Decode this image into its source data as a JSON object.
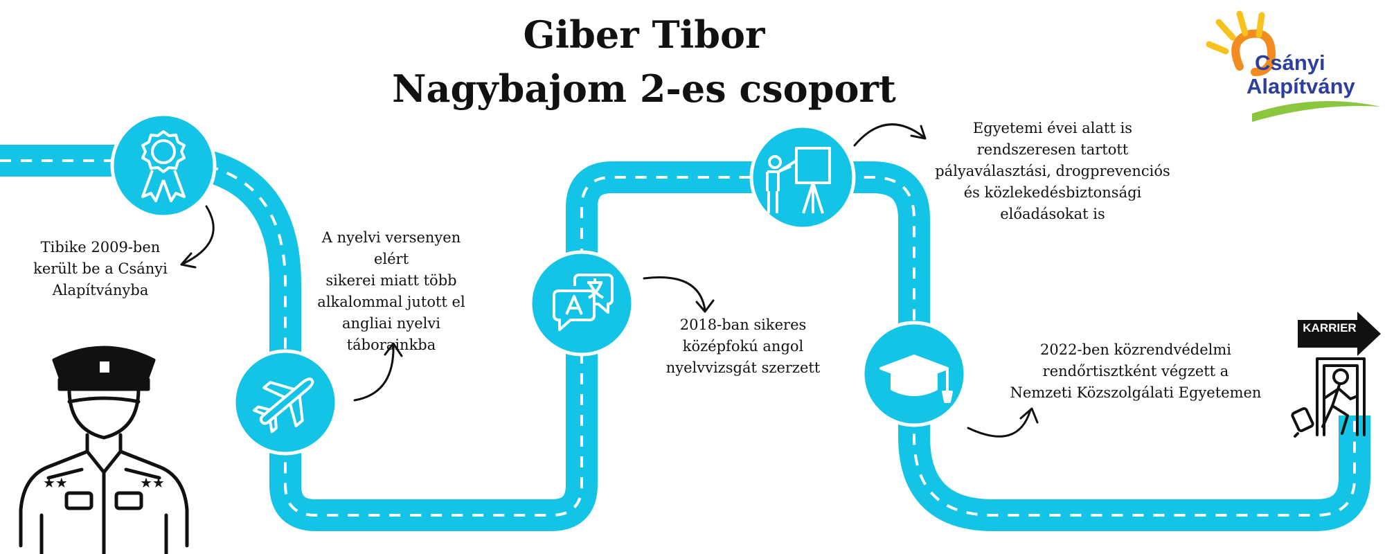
{
  "header": {
    "title_line1": "Giber Tibor",
    "title_line2": "Nagybajom 2-es csoport"
  },
  "logo": {
    "line1": "Csányi",
    "line2": "Alapítvány",
    "colors": {
      "text": "#2c3e9e",
      "sun_orange": "#f28c1e",
      "sun_yellow": "#f6c21b",
      "swoosh_green": "#8cc63f"
    }
  },
  "milestones": [
    {
      "icon": "award-ribbon-icon",
      "text": "Tibike 2009-ben\nkerült be a Csányi\nAlapítványba"
    },
    {
      "icon": "airplane-icon",
      "text": "A nyelvi versenyen elért\nsikerei miatt több\nalkalommal jutott el\nangliai nyelvi\ntáborainkba"
    },
    {
      "icon": "translate-icon",
      "text": "2018-ban sikeres\nközépfokú angol\nnyelvvizsgát szerzett"
    },
    {
      "icon": "presentation-icon",
      "text": "Egyetemi évei alatt is\nrendszeresen tartott\npályaválasztási, drogprevenciós\nés közlekedésbiztonsági\nelőadásokat is"
    },
    {
      "icon": "graduation-cap-icon",
      "text": "2022-ben közrendvédelmi\nrendőrtisztként végzett a\nNemzeti Közszolgálati Egyetemen"
    }
  ],
  "career_sign": {
    "label": "KARRIER",
    "icon": "person-exit-door-icon"
  },
  "portrait": {
    "icon": "police-officer-icon"
  },
  "colors": {
    "road": "#14c4e6",
    "road_marking": "#ffffff",
    "text": "#111111",
    "sign": "#111111"
  }
}
